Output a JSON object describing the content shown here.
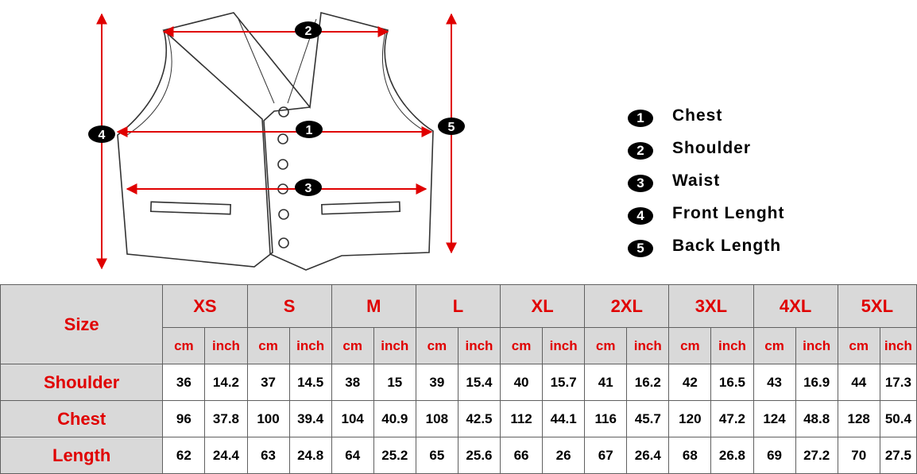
{
  "diagram": {
    "markers": [
      "1",
      "2",
      "3",
      "4",
      "5"
    ],
    "arrow_color": "#e00000"
  },
  "legend": [
    {
      "num": "1",
      "label": "Chest"
    },
    {
      "num": "2",
      "label": "Shoulder"
    },
    {
      "num": "3",
      "label": "Waist"
    },
    {
      "num": "4",
      "label": "Front Lenght"
    },
    {
      "num": "5",
      "label": "Back Length"
    }
  ],
  "table": {
    "corner_label": "Size",
    "sizes": [
      "XS",
      "S",
      "M",
      "L",
      "XL",
      "2XL",
      "3XL",
      "4XL",
      "5XL"
    ],
    "units": [
      "cm",
      "inch"
    ],
    "rows": [
      {
        "label": "Shoulder",
        "values": [
          "36",
          "14.2",
          "37",
          "14.5",
          "38",
          "15",
          "39",
          "15.4",
          "40",
          "15.7",
          "41",
          "16.2",
          "42",
          "16.5",
          "43",
          "16.9",
          "44",
          "17.3"
        ]
      },
      {
        "label": "Chest",
        "values": [
          "96",
          "37.8",
          "100",
          "39.4",
          "104",
          "40.9",
          "108",
          "42.5",
          "112",
          "44.1",
          "116",
          "45.7",
          "120",
          "47.2",
          "124",
          "48.8",
          "128",
          "50.4"
        ]
      },
      {
        "label": "Length",
        "values": [
          "62",
          "24.4",
          "63",
          "24.8",
          "64",
          "25.2",
          "65",
          "25.6",
          "66",
          "26",
          "67",
          "26.4",
          "68",
          "26.8",
          "69",
          "27.2",
          "70",
          "27.5"
        ]
      }
    ],
    "header_color": "#e00000",
    "header_background": "#d9d9d9"
  }
}
